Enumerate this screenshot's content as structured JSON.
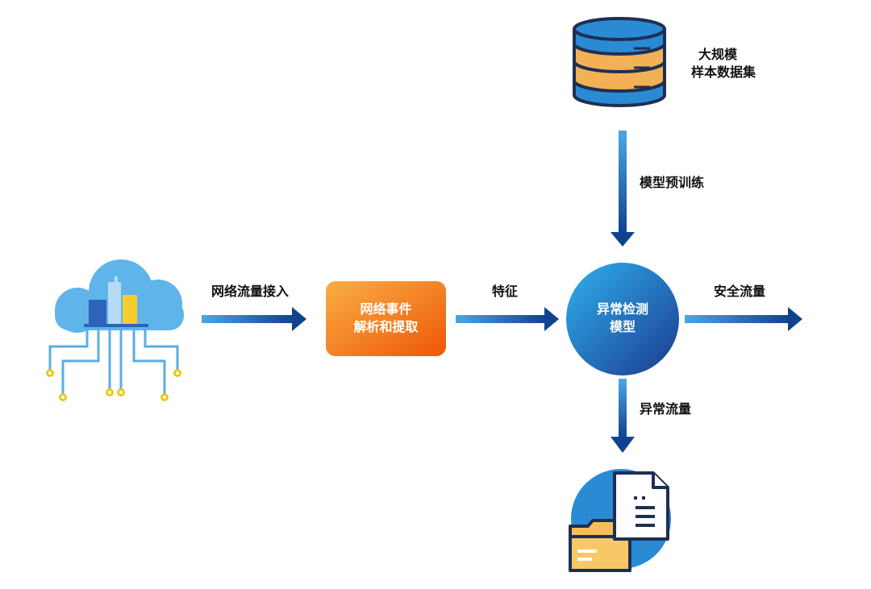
{
  "labels": {
    "network_ingress": "网络流量接入",
    "features": "特征",
    "safe_traffic": "安全流量",
    "pretraining": "模型预训练",
    "anomalous_traffic": "异常流量",
    "dataset_line1": "大规模",
    "dataset_line2": "样本数据集"
  },
  "nodes": {
    "event_box_line1": "网络事件",
    "event_box_line2": "解析和提取",
    "detector_line1": "异常检测",
    "detector_line2": "模型"
  },
  "colors": {
    "arrow_blue": "#1565b8",
    "orange_start": "#f7a23c",
    "orange_end": "#ef5b0c",
    "circle_light": "#2aa3e6",
    "circle_dark": "#1d3f94",
    "db_blue": "#2a8bd4",
    "db_orange": "#f2b155",
    "db_outline": "#1d2f52",
    "cloud_blue": "#55aee8",
    "circuit_blue": "#4fa8e0",
    "circuit_yellow": "#f2c515"
  },
  "icons": [
    "cloud-network-icon",
    "database-icon",
    "folder-document-icon"
  ]
}
